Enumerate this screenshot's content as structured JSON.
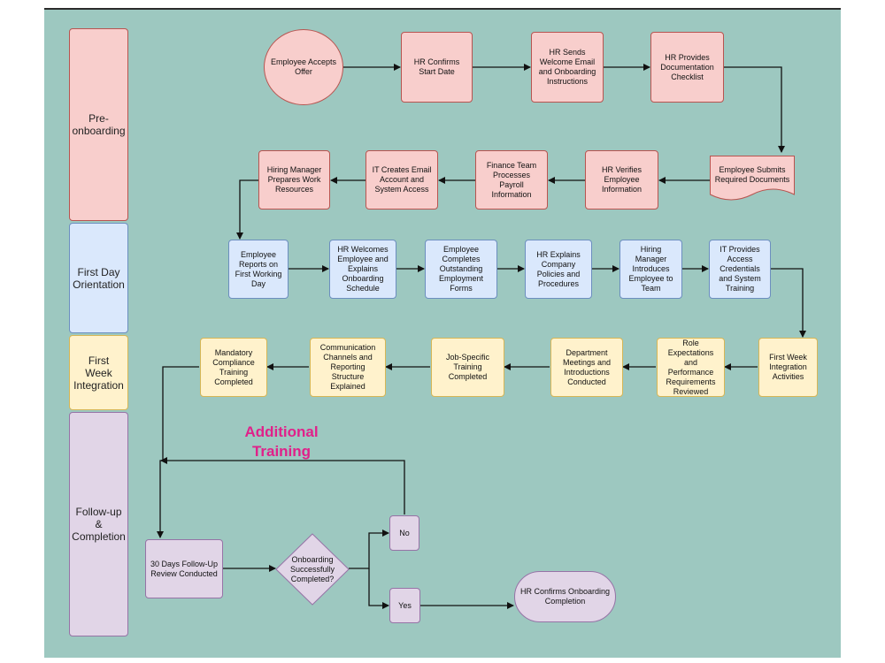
{
  "lanes": {
    "pre": "Pre-onboarding",
    "first_day": "First Day Orientation",
    "first_week": "First Week Integration",
    "follow_up": "Follow-up & Completion"
  },
  "nodes": {
    "accepts_offer": "Employee Accepts Offer",
    "confirms_start": "HR Confirms Start Date",
    "welcome_email": "HR Sends Welcome Email and Onboarding Instructions",
    "doc_checklist": "HR Provides Documentation Checklist",
    "submits_docs": "Employee Submits Required Documents",
    "verifies_info": "HR Verifies Employee Information",
    "payroll": "Finance Team Processes Payroll Information",
    "email_account": "IT Creates Email Account and System Access",
    "work_resources": "Hiring Manager Prepares Work Resources",
    "reports_first_day": "Employee Reports on First Working Day",
    "hr_welcomes": "HR Welcomes Employee and Explains Onboarding Schedule",
    "completes_forms": "Employee Completes Outstanding Employment Forms",
    "company_policies": "HR Explains Company Policies and Procedures",
    "introduces_team": "Hiring Manager Introduces Employee to Team",
    "it_credentials": "IT Provides Access Credentials and System Training",
    "week_activities": "First Week Integration Activities",
    "role_expectations": "Role Expectations and Performance Requirements Reviewed",
    "dept_meetings": "Department Meetings and Introductions Conducted",
    "job_training": "Job-Specific Training Completed",
    "comm_channels": "Communication Channels and Reporting Structure Explained",
    "compliance": "Mandatory Compliance Training Completed",
    "followup_30": "30 Days Follow-Up Review Conducted",
    "decision": "Onboarding Successfully Completed?",
    "no": "No",
    "yes": "Yes",
    "confirms_completion": "HR Confirms Onboarding Completion"
  },
  "annotation": "Additional Training",
  "colors": {
    "background": "#9dc8c0",
    "pre_fill": "#f8cecc",
    "first_day_fill": "#dae8fc",
    "first_week_fill": "#fff2cc",
    "follow_up_fill": "#e1d5e7",
    "annotation": "#e0218a"
  }
}
